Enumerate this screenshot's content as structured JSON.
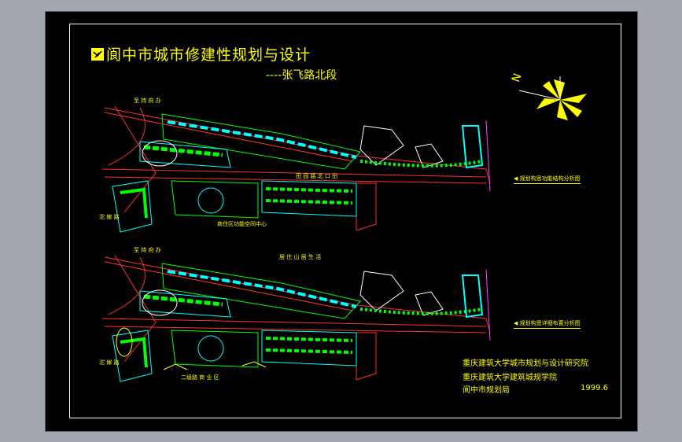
{
  "title": "阆中市城市修建性规划与设计",
  "subtitle": "----张飞路北段",
  "legend_top": "规划构思功能结构分析图",
  "legend_bottom": "规划构思详细布置分析图",
  "labels": {
    "plan1_top": "至 持 府 办",
    "plan1_left": "沱 嫁 路",
    "plan1_center": "田 园 路 北 口 田",
    "plan1_bottom": "商住区功能空间中心",
    "plan2_top": "至 持 府 办",
    "plan2_left": "沱 嫁 路",
    "plan2_mid": "居 住 山 居 生 活",
    "plan2_bottom": "二级路 商 业 区"
  },
  "org_lines": [
    "重庆建筑大学城市规划与设计研究院",
    "重庆建筑大学建筑城规学院",
    "阆中市规划局"
  ],
  "date": "1999.6",
  "north": "N",
  "colors": {
    "yellow": "#ffff00",
    "cyan": "#00ffff",
    "green": "#00ff00",
    "red": "#ff2020",
    "white": "#ffffff"
  }
}
